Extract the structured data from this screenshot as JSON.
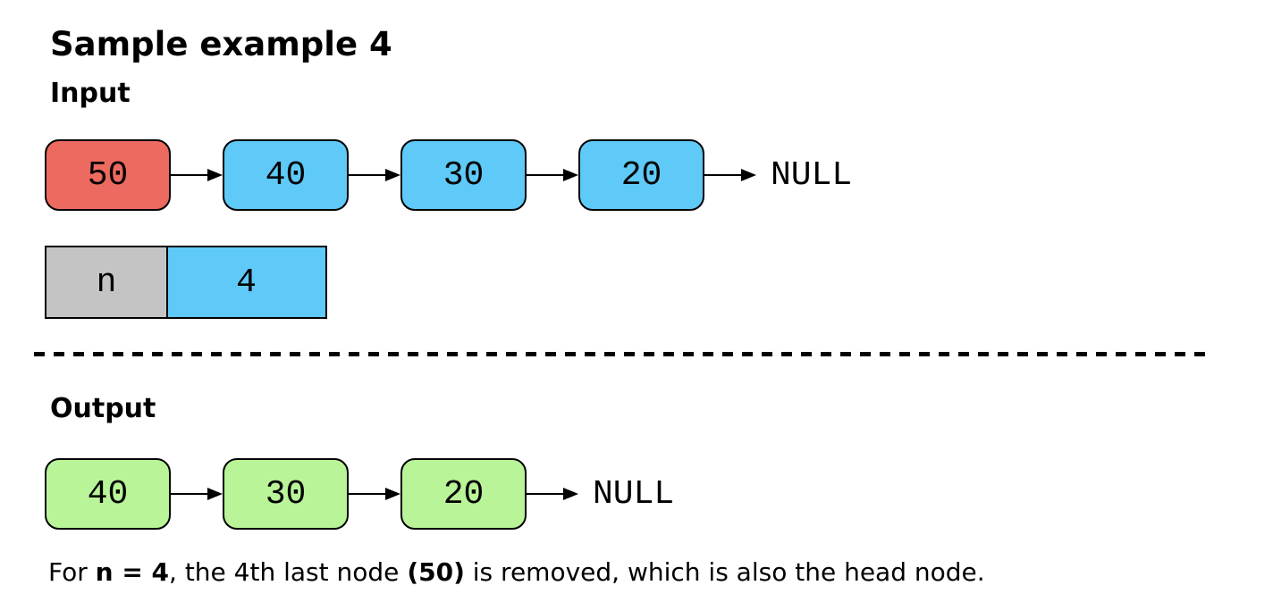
{
  "title": "Sample example 4",
  "input": {
    "heading": "Input",
    "list": {
      "nodes": [
        "50",
        "40",
        "30",
        "20"
      ],
      "terminator": "NULL"
    },
    "n_box": {
      "label": "n",
      "value": "4"
    }
  },
  "output": {
    "heading": "Output",
    "list": {
      "nodes": [
        "40",
        "30",
        "20"
      ],
      "terminator": "NULL"
    }
  },
  "caption": {
    "prefix": "For ",
    "bold_n": "n = 4",
    "middle": ", the 4th last node ",
    "bold_value": "(50)",
    "suffix": " is removed, which is also the head node."
  },
  "colors": {
    "removed_node": "#EC6A5F",
    "input_node": "#5FC9F7",
    "output_node": "#B9F498",
    "n_label_cell": "#C4C4C4",
    "n_value_cell": "#5FC9F7",
    "border": "#000000",
    "divider": "#000000",
    "text": "#000000"
  }
}
